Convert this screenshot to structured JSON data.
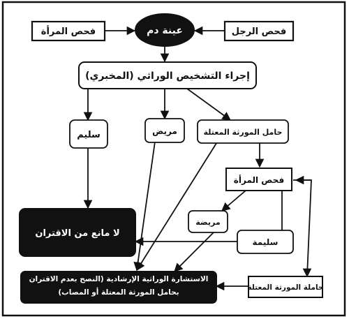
{
  "nodes": {
    "blood_sample": "عينة دم",
    "woman_exam_top": "فحص المرأة",
    "man_exam": "فحص الرجل",
    "genetic_diagnosis": "إجراء التشخيص الوراثي (المخبري)",
    "healthy_top": "سليم",
    "sick_top": "مريض",
    "carrier_top": "حامل المورثة المعتلة",
    "woman_exam_mid": "فحص المرأة",
    "sick_woman": "مريضة",
    "healthy_woman": "سليمة",
    "no_objection": "لا مانع من الاقتران",
    "carrier_woman": "حاملة المورثة المعتلة",
    "counseling": "الاستشارة الوراثية الإرشادية (النصح بعدم الاقتران بحامل المورثة المعتلة أو المصاب)"
  },
  "colors": {
    "line": "#111111",
    "dark_fill": "#111111",
    "light_fill": "#ffffff",
    "frame": "#111111"
  }
}
